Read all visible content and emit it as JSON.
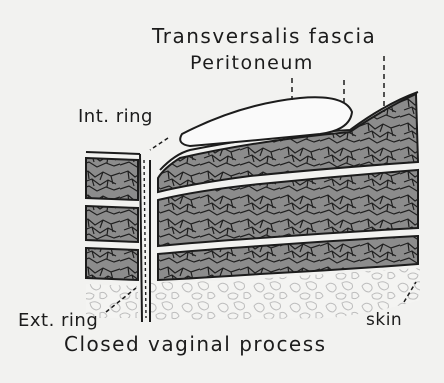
{
  "labels": {
    "transversalis_fascia": "Transversalis fascia",
    "peritoneum": "Peritoneum",
    "int_ring": "Int. ring",
    "ext_ring": "Ext. ring",
    "skin": "skin",
    "closed_vaginal_process": "Closed vaginal process"
  },
  "colors": {
    "background": "#f2f2f0",
    "ink": "#1c1c1c",
    "muscle_fill": "#8c8c8c",
    "peritoneal_sac": "#fafafa"
  }
}
